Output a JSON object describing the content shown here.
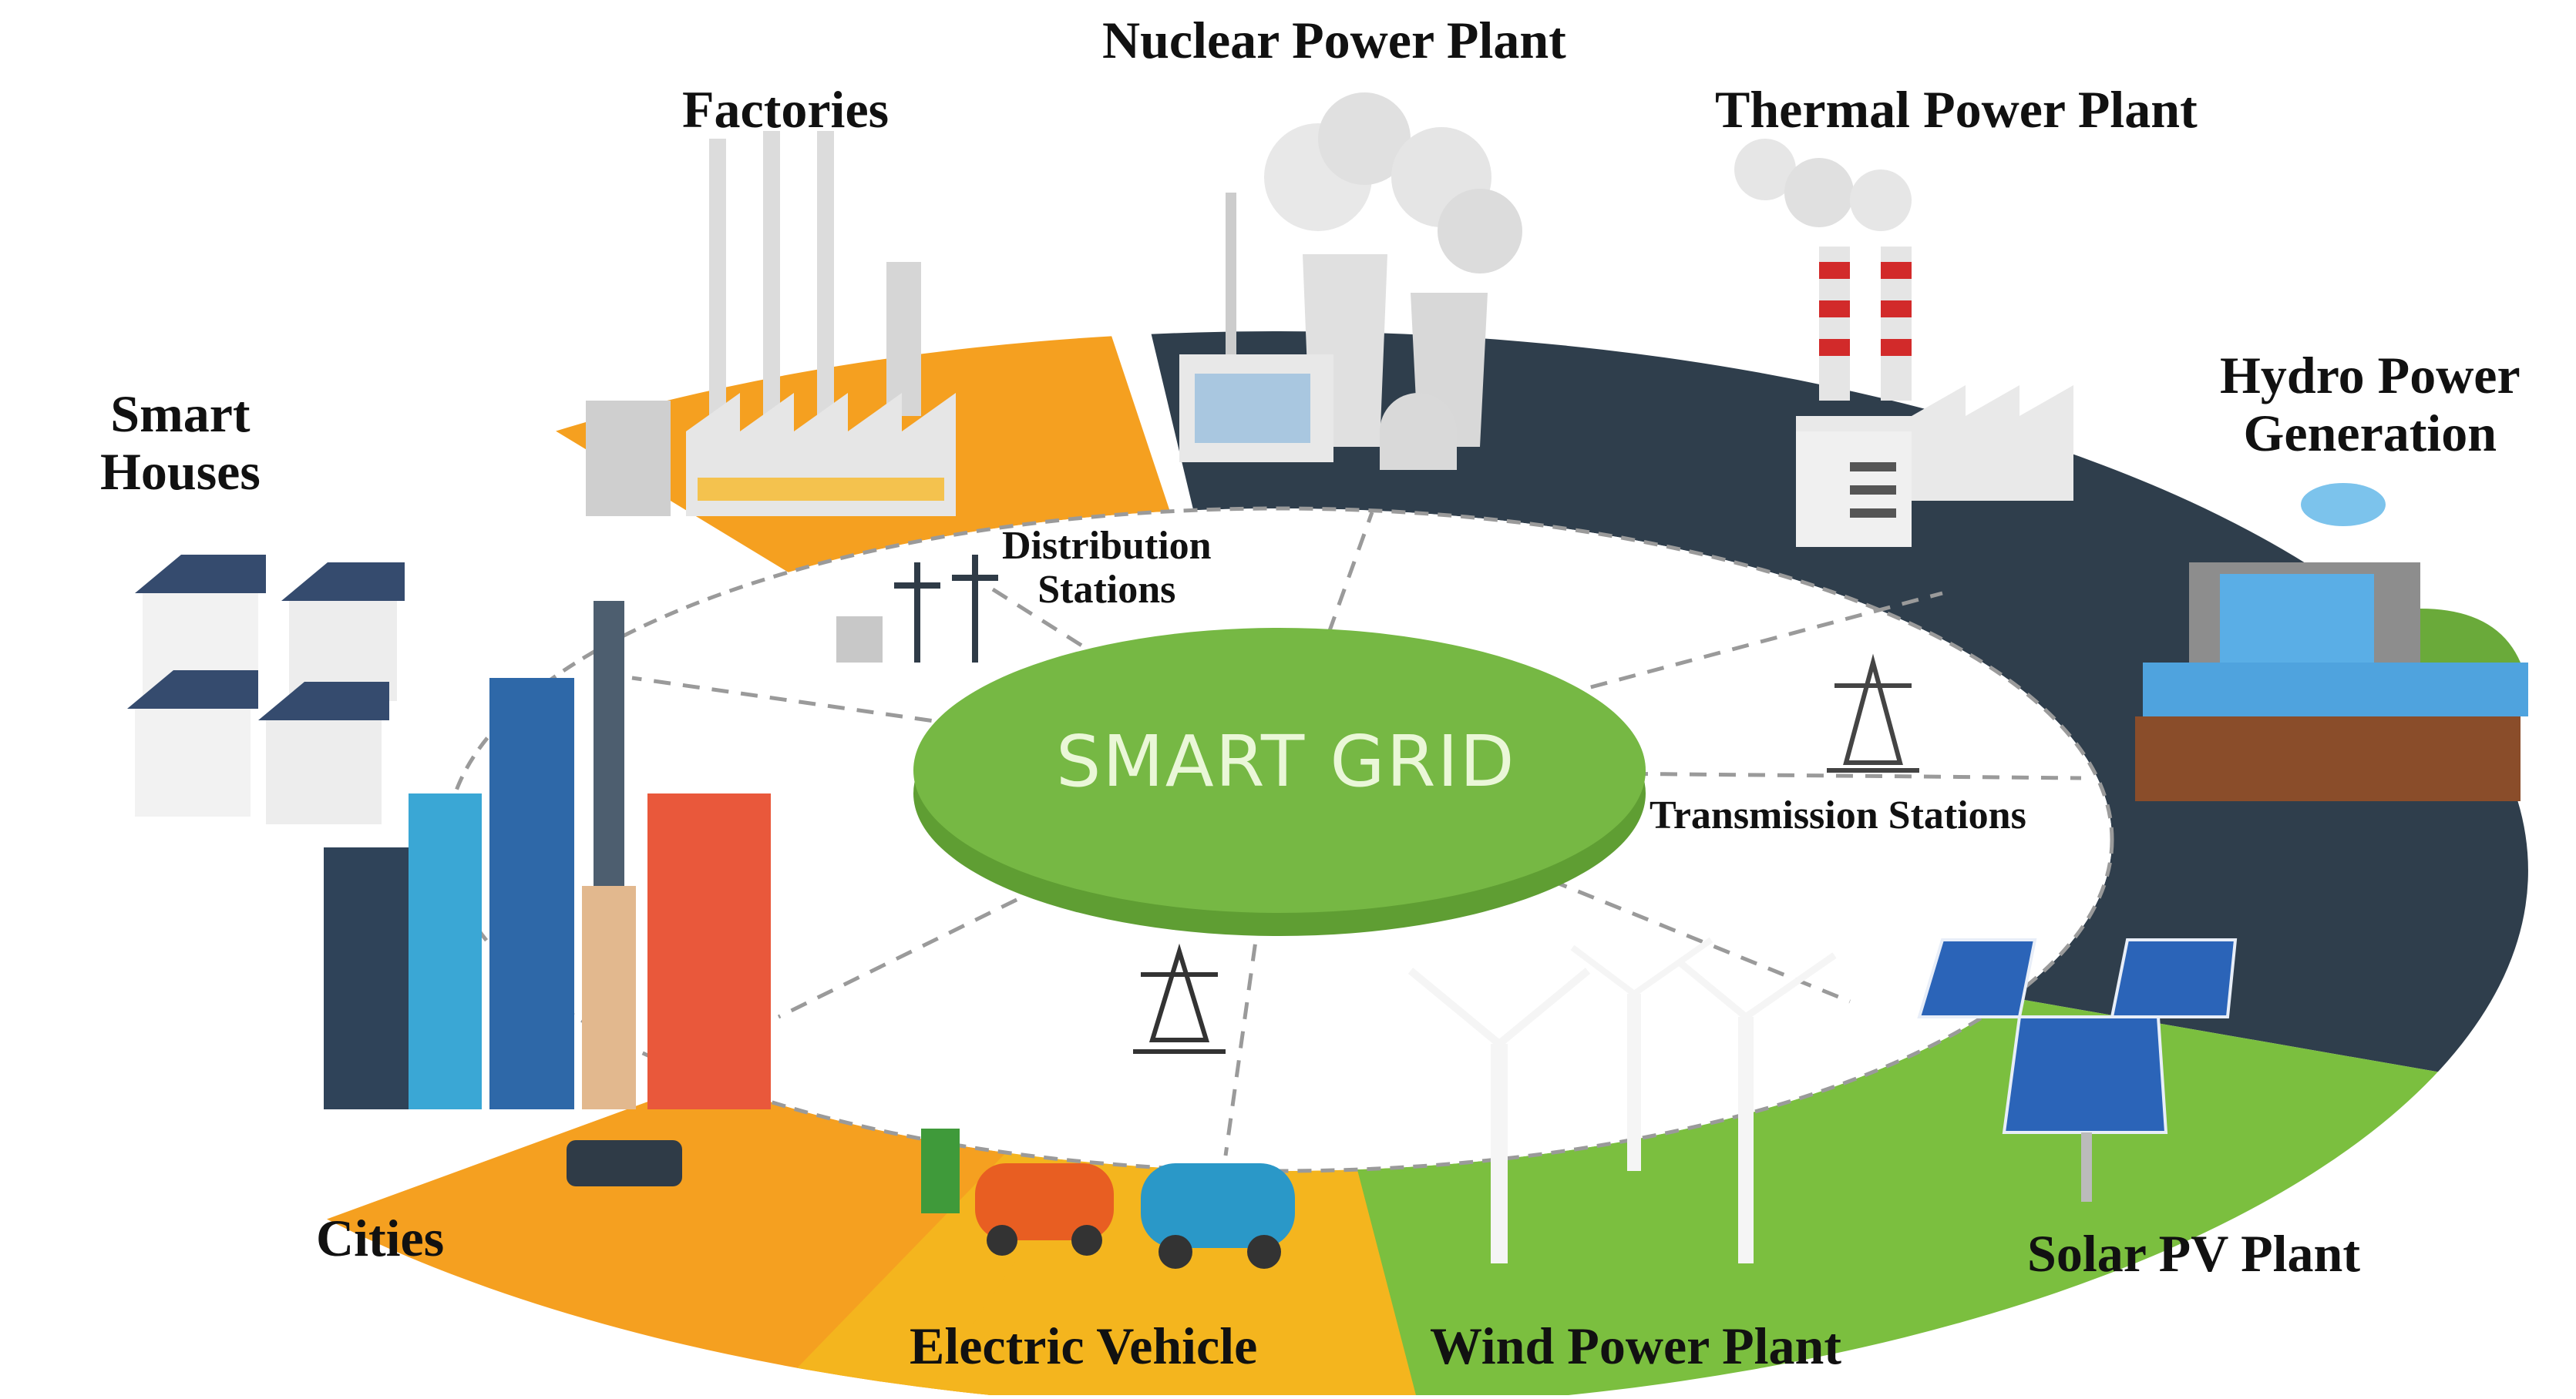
{
  "diagram": {
    "title": "SMART GRID",
    "colors": {
      "orange": "#f5a020",
      "yellow_orange": "#f4b51e",
      "dark_slate": "#2f3e4c",
      "green": "#7bbf3f",
      "center_green": "#76b844",
      "center_text": "#eaf7d8",
      "dash": "#9a9a9a"
    },
    "outer_labels": {
      "nuclear": "Nuclear Power Plant",
      "factories": "Factories",
      "thermal": "Thermal Power Plant",
      "hydro_line1": "Hydro Power",
      "hydro_line2": "Generation",
      "smart_houses_line1": "Smart",
      "smart_houses_line2": "Houses",
      "cities": "Cities",
      "electric_vehicle": "Electric Vehicle",
      "wind": "Wind Power Plant",
      "solar": "Solar PV Plant"
    },
    "inner_labels": {
      "distribution_line1": "Distribution",
      "distribution_line2": "Stations",
      "transmission": "Transmission Stations"
    }
  }
}
